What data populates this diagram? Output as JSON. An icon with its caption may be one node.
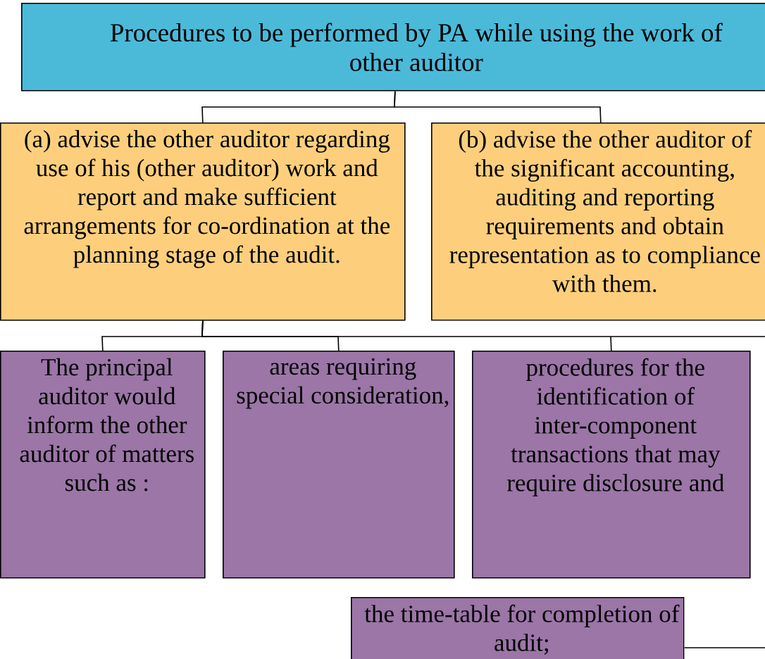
{
  "diagram": {
    "nodes": [
      {
        "text": [
          "Procedures to be performed by PA while using the work of other auditor"
        ]
      },
      {
        "text": [
          "(a) advise the other auditor regarding use of his (other auditor) work and report and make sufficient arrangements for co-ordination at the planning stage of the audit."
        ]
      },
      {
        "text": [
          "(b) advise the other auditor of the significant accounting, auditing and reporting requirements and obtain representation as to compliance with them."
        ]
      },
      {
        "text": [
          "The principal auditor would inform the other auditor of matters such as :"
        ]
      },
      {
        "text": [
          "areas requiring special consideration,"
        ]
      },
      {
        "text": [
          "procedures for the identification of inter-component transactions that may require disclosure and"
        ]
      },
      {
        "text": [
          "the time-table for completion of audit;"
        ]
      }
    ],
    "edges": [
      {
        "from": 0,
        "to": 1,
        "arrow": "none"
      },
      {
        "from": 0,
        "to": 2,
        "arrow": "none"
      },
      {
        "from": 1,
        "to": 3,
        "arrow": "none"
      },
      {
        "from": 1,
        "to": 4,
        "arrow": "none"
      },
      {
        "from": 1,
        "to": 5,
        "arrow": "none"
      },
      {
        "from": 6,
        "to": null,
        "arrow": "none"
      }
    ]
  }
}
